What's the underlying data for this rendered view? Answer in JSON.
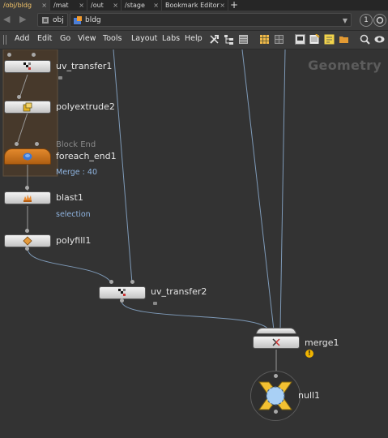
{
  "tabs": [
    {
      "label": "/obj/bldg",
      "active": true
    },
    {
      "label": "/mat",
      "active": false
    },
    {
      "label": "/out",
      "active": false
    },
    {
      "label": "/stage",
      "active": false
    },
    {
      "label": "Bookmark Editor",
      "active": false
    }
  ],
  "tab_close": "×",
  "tab_add": "+",
  "path": {
    "back": "◀",
    "forward": "▶",
    "level1": "obj",
    "level2": "bldg",
    "pin_number": "1"
  },
  "menu": [
    "Add",
    "Edit",
    "Go",
    "View",
    "Tools",
    "Layout",
    "Labs",
    "Help"
  ],
  "context_label": "Geometry",
  "nodes": {
    "uv_transfer1": {
      "label": "uv_transfer1"
    },
    "polyextrude2": {
      "label": "polyextrude2"
    },
    "foreach_end1": {
      "label": "foreach_end1",
      "top_text": "Block End",
      "sub": "Merge : 40"
    },
    "blast1": {
      "label": "blast1",
      "sub": "selection"
    },
    "polyfill1": {
      "label": "polyfill1"
    },
    "uv_transfer2": {
      "label": "uv_transfer2"
    },
    "merge1": {
      "label": "merge1",
      "warning": "!"
    },
    "null1": {
      "label": "null1"
    }
  },
  "colors": {
    "block_orange": "#c8701c",
    "wire_blue": "#7e9ab8",
    "wire_grey": "#9a9a9a",
    "accent_tab": "#f2c46a",
    "warning": "#f0b400"
  }
}
